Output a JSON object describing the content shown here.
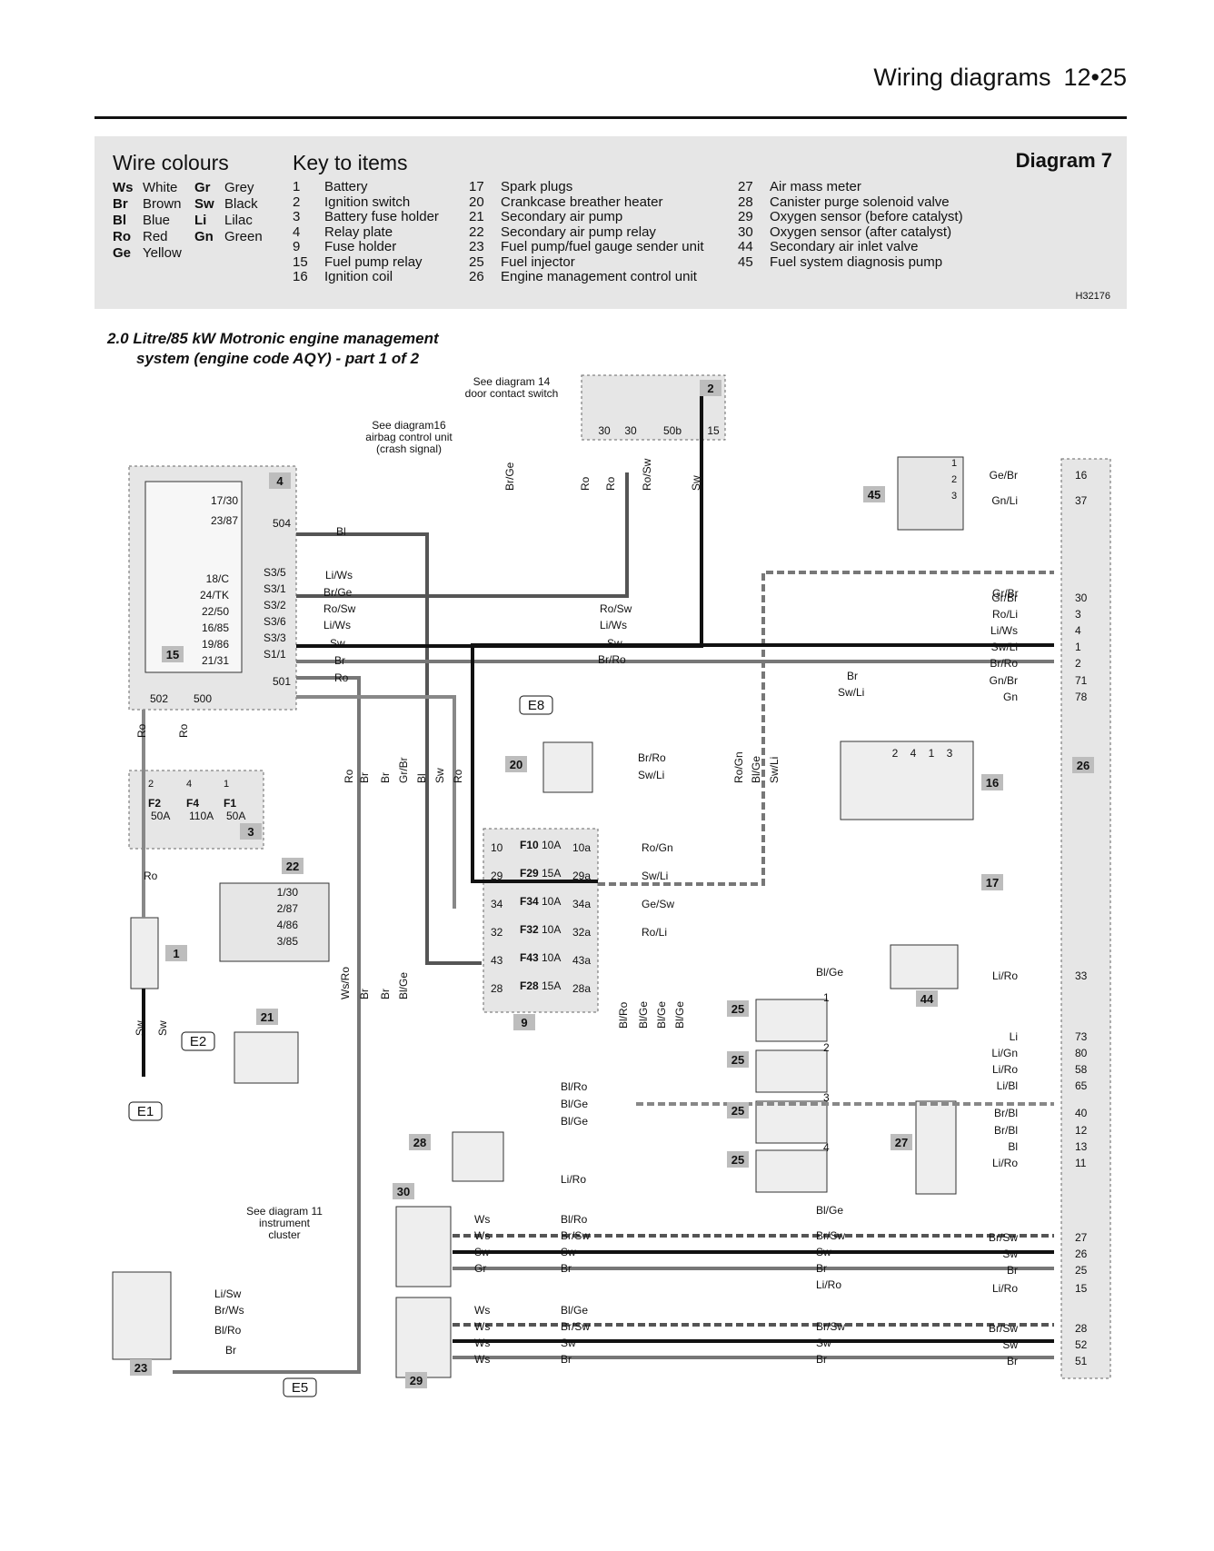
{
  "header": {
    "title": "Wiring diagrams",
    "page": "12•25"
  },
  "key_panel": {
    "wire_colours_title": "Wire colours",
    "wire_colours": [
      {
        "code": "Ws",
        "name": "White"
      },
      {
        "code": "Gr",
        "name": "Grey"
      },
      {
        "code": "Br",
        "name": "Brown"
      },
      {
        "code": "Sw",
        "name": "Black"
      },
      {
        "code": "Bl",
        "name": "Blue"
      },
      {
        "code": "Li",
        "name": "Lilac"
      },
      {
        "code": "Ro",
        "name": "Red"
      },
      {
        "code": "Gn",
        "name": "Green"
      },
      {
        "code": "Ge",
        "name": "Yellow"
      }
    ],
    "key_title": "Key to items",
    "items_col1": [
      {
        "n": "1",
        "label": "Battery"
      },
      {
        "n": "2",
        "label": "Ignition switch"
      },
      {
        "n": "3",
        "label": "Battery fuse holder"
      },
      {
        "n": "4",
        "label": "Relay plate"
      },
      {
        "n": "9",
        "label": "Fuse holder"
      },
      {
        "n": "15",
        "label": "Fuel pump relay"
      },
      {
        "n": "16",
        "label": "Ignition coil"
      }
    ],
    "items_col2": [
      {
        "n": "17",
        "label": "Spark plugs"
      },
      {
        "n": "20",
        "label": "Crankcase breather heater"
      },
      {
        "n": "21",
        "label": "Secondary air pump"
      },
      {
        "n": "22",
        "label": "Secondary air pump relay"
      },
      {
        "n": "23",
        "label": "Fuel pump/fuel gauge sender unit"
      },
      {
        "n": "25",
        "label": "Fuel injector"
      },
      {
        "n": "26",
        "label": "Engine management control unit"
      }
    ],
    "items_col3": [
      {
        "n": "27",
        "label": "Air mass meter"
      },
      {
        "n": "28",
        "label": "Canister purge solenoid valve"
      },
      {
        "n": "29",
        "label": "Oxygen sensor (before catalyst)"
      },
      {
        "n": "30",
        "label": "Oxygen sensor (after catalyst)"
      },
      {
        "n": "44",
        "label": "Secondary air inlet valve"
      },
      {
        "n": "45",
        "label": "Fuel system diagnosis pump"
      }
    ],
    "diagram_number": "Diagram 7",
    "ref_code": "H32176"
  },
  "subtitle": {
    "line1": "2.0 Litre/85 kW Motronic engine management",
    "line2": "system (engine code AQY) - part 1 of 2"
  },
  "diagram": {
    "notes": [
      {
        "id": "note-diagram14",
        "lines": [
          "See diagram 14",
          "door contact switch"
        ]
      },
      {
        "id": "note-diagram16",
        "lines": [
          "See diagram16",
          "airbag control unit",
          "(crash signal)"
        ]
      },
      {
        "id": "note-diagram11",
        "lines": [
          "See diagram 11",
          "instrument",
          "cluster"
        ]
      }
    ],
    "component_tags": [
      "1",
      "2",
      "3",
      "4",
      "9",
      "15",
      "16",
      "17",
      "20",
      "21",
      "22",
      "23",
      "25",
      "25",
      "25",
      "25",
      "26",
      "27",
      "28",
      "29",
      "30",
      "44",
      "45"
    ],
    "grounds": [
      "E1",
      "E2",
      "E5",
      "E8"
    ],
    "relay_plate_terminals": [
      "17/30",
      "23/87",
      "18/C",
      "24/TK",
      "22/50",
      "16/85",
      "19/86",
      "21/31"
    ],
    "relay_plate_sockets": [
      "504",
      "S3/5",
      "S3/1",
      "S3/2",
      "S3/6",
      "S3/3",
      "S1/1",
      "501",
      "502",
      "500"
    ],
    "ignition_switch_terminals": [
      "30",
      "30",
      "50b",
      "15"
    ],
    "fuses_battery": [
      {
        "name": "F2",
        "rating": "50A",
        "pin": "2"
      },
      {
        "name": "F4",
        "rating": "110A",
        "pin": "4"
      },
      {
        "name": "F1",
        "rating": "50A",
        "pin": "1"
      }
    ],
    "fuses_holder": [
      {
        "in": "10",
        "name": "F10",
        "rating": "10A",
        "out": "10a",
        "wire": "Ro/Gn"
      },
      {
        "in": "29",
        "name": "F29",
        "rating": "15A",
        "out": "29a",
        "wire": "Sw/Li"
      },
      {
        "in": "34",
        "name": "F34",
        "rating": "10A",
        "out": "34a",
        "wire": "Ge/Sw"
      },
      {
        "in": "32",
        "name": "F32",
        "rating": "10A",
        "out": "32a",
        "wire": "Ro/Li"
      },
      {
        "in": "43",
        "name": "F43",
        "rating": "10A",
        "out": "43a",
        "wire": ""
      },
      {
        "in": "28",
        "name": "F28",
        "rating": "15A",
        "out": "28a",
        "wire": ""
      }
    ],
    "ecu_pins": [
      "16",
      "37",
      "30",
      "3",
      "4",
      "1",
      "2",
      "71",
      "78",
      "33",
      "73",
      "80",
      "58",
      "65",
      "40",
      "12",
      "13",
      "11",
      "27",
      "26",
      "25",
      "15",
      "28",
      "52",
      "51"
    ],
    "ecu_wires": [
      "Ge/Br",
      "Gn/Li",
      "Gr/Br",
      "Ro/Li",
      "Li/Ws",
      "Sw/Li",
      "Br/Ro",
      "Gn/Br",
      "Gn",
      "Li/Ro",
      "Li",
      "Li/Gn",
      "Li/Ro",
      "Li/Bl",
      "Br/Bl",
      "Br/Bl",
      "Bl",
      "Li/Ro",
      "Br/Sw",
      "Sw",
      "Br",
      "Li/Ro",
      "Br/Sw",
      "Sw",
      "Br"
    ],
    "wire_labels_misc": [
      "Bl",
      "Li/Ws",
      "Br/Ge",
      "Ro/Sw",
      "Li/Ws",
      "Sw",
      "Br",
      "Ro",
      "Gr/Br",
      "Ro/Sw",
      "Li/Ws",
      "Sw",
      "Br/Ro",
      "Br",
      "Sw/Li",
      "Ro",
      "Ro",
      "Ro",
      "Ro",
      "Br",
      "Br",
      "Gr/Br",
      "Bl",
      "Sw",
      "Ro",
      "Br/Ge",
      "Ro",
      "Ro",
      "Ro/Sw",
      "Sw",
      "Ro/Gn",
      "Bl/Ge",
      "Sw/Li",
      "Br/Ro",
      "Sw/Li",
      "Ws/Ro",
      "Br",
      "Br",
      "Bl/Ge",
      "Bl/Ro",
      "Bl/Ge",
      "Bl/Ge",
      "Bl/Ge",
      "Bl/Ro",
      "Bl/Ge",
      "Bl/Ge",
      "Li/Ro",
      "Bl/Ge",
      "Sw",
      "Sw",
      "Li/Sw",
      "Br/Ws",
      "Bl/Ro",
      "Br",
      "Ws",
      "Ws",
      "Sw",
      "Gr",
      "Bl/Ro",
      "Br/Sw",
      "Sw",
      "Br",
      "Ws",
      "Ws",
      "Ws",
      "Ws",
      "Bl/Ge",
      "Br/Sw",
      "Sw",
      "Br",
      "Br/Sw",
      "Sw",
      "Br",
      "Li/Ro",
      "Br/Sw",
      "Sw",
      "Br",
      "Bl/Ge"
    ],
    "relay22_terminals": [
      "1/30",
      "2/87",
      "4/86",
      "3/85"
    ],
    "coil_pins": [
      "2",
      "4",
      "1",
      "3"
    ],
    "injector_pins": [
      "1",
      "2",
      "3",
      "4"
    ],
    "small_pins": [
      "1",
      "2",
      "3"
    ]
  }
}
